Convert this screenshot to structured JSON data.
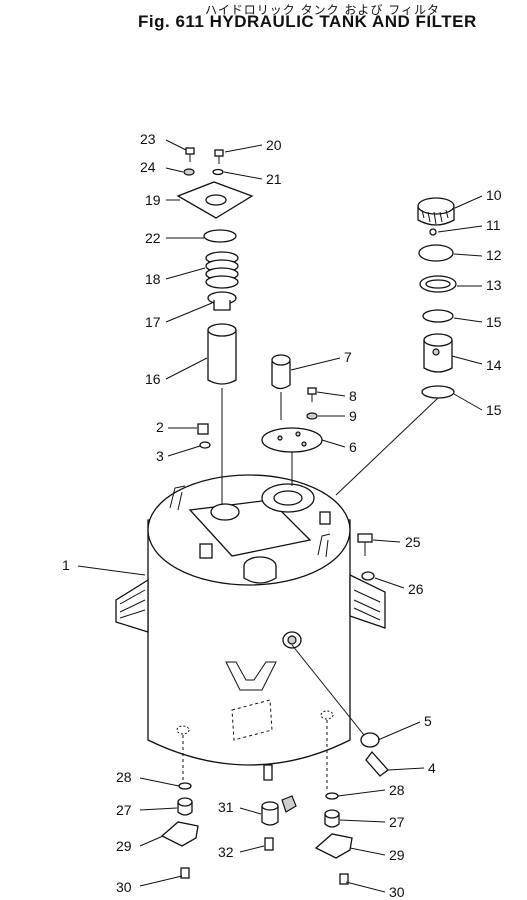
{
  "title_jp": "ハイドロリック タンク および フィルタ",
  "title_en": "Fig. 611  HYDRAULIC  TANK  AND  FILTER",
  "callouts": {
    "n1": "1",
    "n2": "2",
    "n3": "3",
    "n4": "4",
    "n5": "5",
    "n6": "6",
    "n7": "7",
    "n8": "8",
    "n9": "9",
    "n10": "10",
    "n11": "11",
    "n12": "12",
    "n13": "13",
    "n14": "14",
    "n15a": "15",
    "n15b": "15",
    "n16": "16",
    "n17": "17",
    "n18": "18",
    "n19": "19",
    "n20": "20",
    "n21": "21",
    "n22": "22",
    "n23": "23",
    "n24": "24",
    "n25": "25",
    "n26": "26",
    "n27a": "27",
    "n27b": "27",
    "n28a": "28",
    "n28b": "28",
    "n29a": "29",
    "n29b": "29",
    "n30a": "30",
    "n30b": "30",
    "n31": "31",
    "n32": "32"
  }
}
